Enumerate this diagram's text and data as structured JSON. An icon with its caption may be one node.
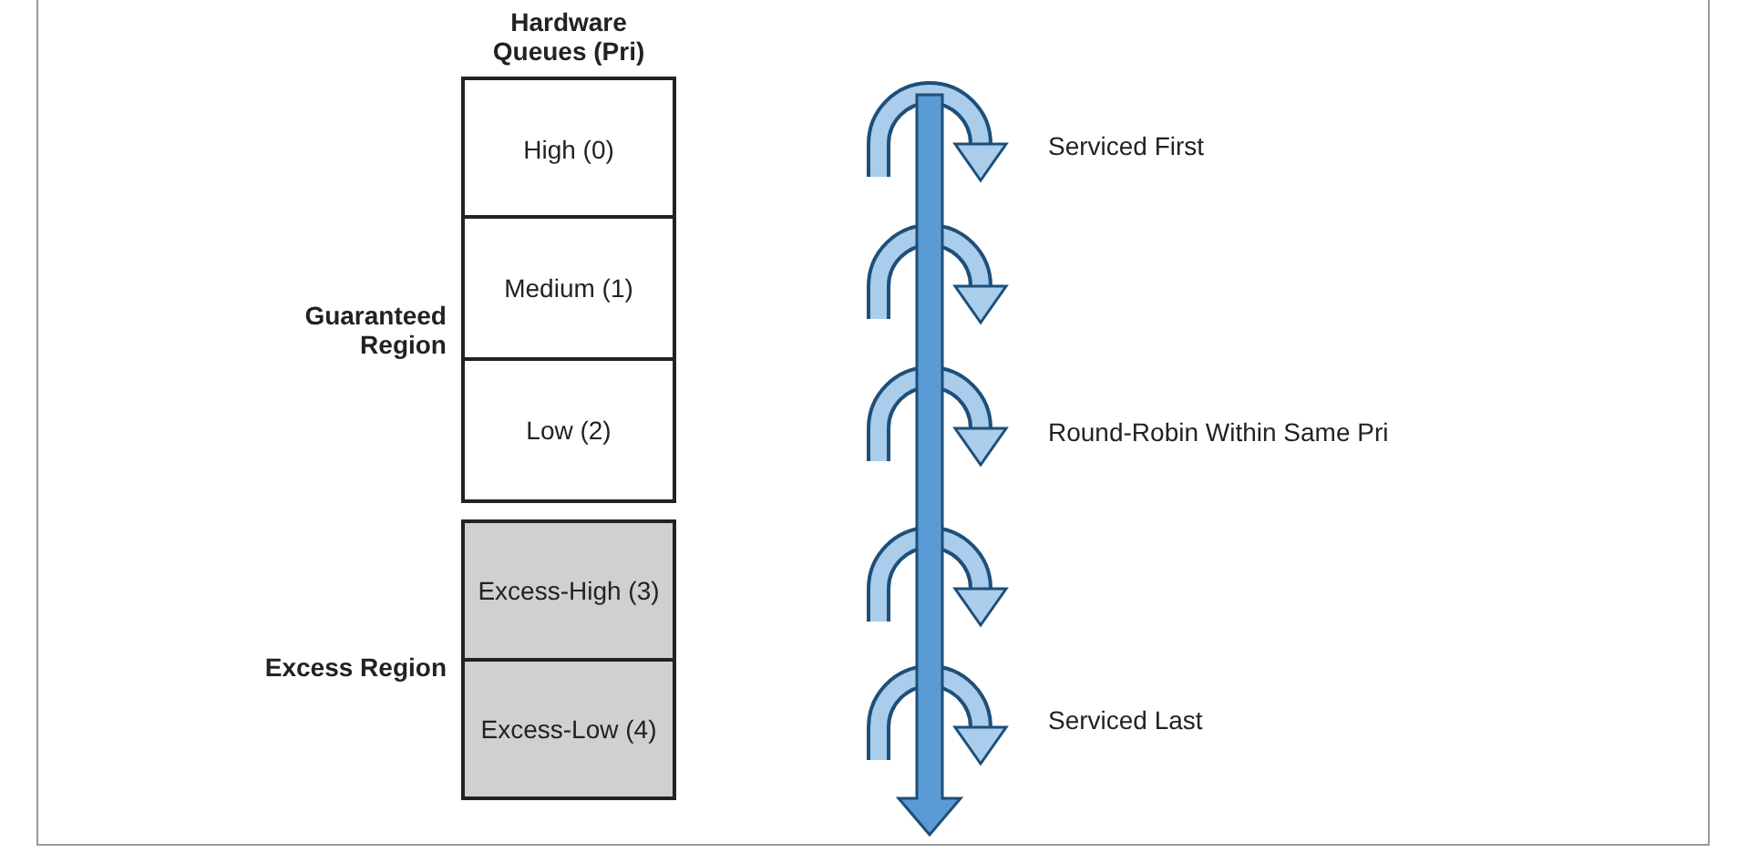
{
  "diagram": {
    "nodes": [
      {
        "text": [
          "High (0)"
        ]
      },
      {
        "text": [
          "Medium (1)"
        ]
      },
      {
        "text": [
          "Low (2)"
        ]
      },
      {
        "text": [
          "Excess-High (3)"
        ]
      },
      {
        "text": [
          "Excess-Low (4)"
        ]
      }
    ],
    "labels": [
      "Hardware Queues (Pri)",
      "Guaranteed Region",
      "Excess Region",
      "Serviced First",
      "Round-Robin Within Same Pri",
      "Serviced Last"
    ]
  }
}
